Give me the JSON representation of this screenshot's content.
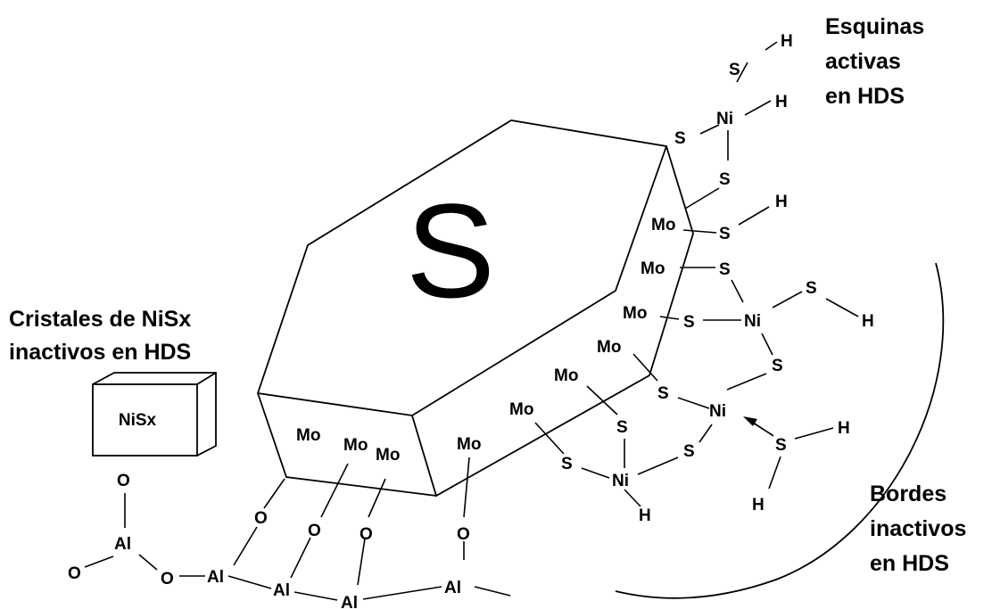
{
  "crystal": {
    "symbol": "S"
  },
  "labels": {
    "esquinas": [
      "Esquinas",
      "activas",
      "en HDS"
    ],
    "cristales": [
      "Cristales de NiSx",
      "inactivos en HDS"
    ],
    "bordes": [
      "Bordes",
      "inactivos",
      "en HDS"
    ]
  },
  "nisx_box": {
    "label": "NiSx"
  },
  "atoms": {
    "s": "S",
    "h": "H",
    "ni": "Ni",
    "mo": "Mo",
    "o": "O",
    "al": "Al"
  }
}
